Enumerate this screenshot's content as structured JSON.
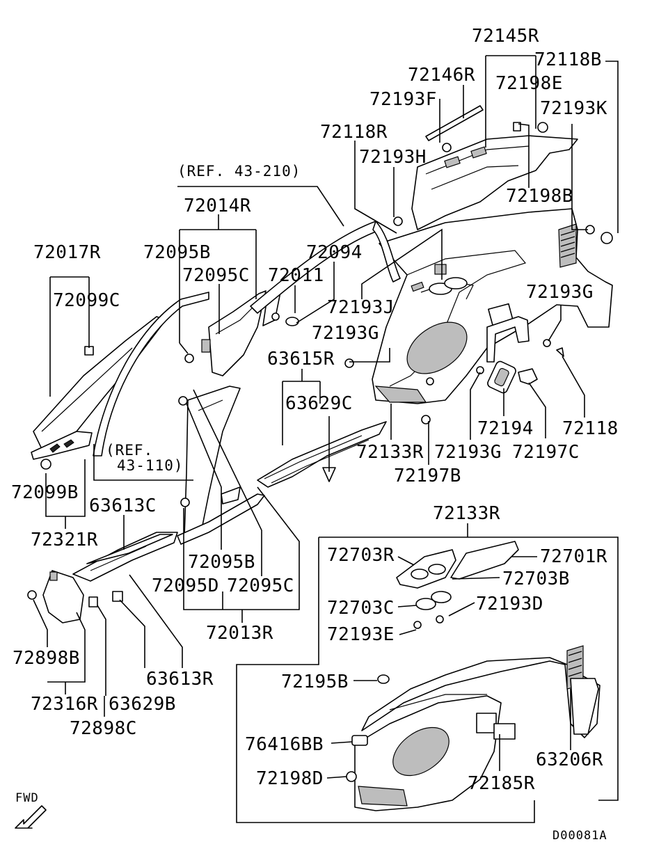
{
  "diagram": {
    "labels": {
      "l72145R": "72145R",
      "l72118B": "72118B",
      "l72146R": "72146R",
      "l72198E": "72198E",
      "l72193F": "72193F",
      "l72193K": "72193K",
      "l72118R": "72118R",
      "l72193H": "72193H",
      "l72198B": "72198B",
      "l72014R": "72014R",
      "l72017R": "72017R",
      "l72095B_top": "72095B",
      "l72094": "72094",
      "l72095C_top": "72095C",
      "l72011": "72011",
      "l72099C": "72099C",
      "l72193J": "72193J",
      "l72193G_a": "72193G",
      "l72193G_b": "72193G",
      "l63615R": "63615R",
      "l63629C": "63629C",
      "l72194": "72194",
      "l72118": "72118",
      "l72133R_top": "72133R",
      "l72193G_c": "72193G",
      "l72197C": "72197C",
      "l72197B": "72197B",
      "l72099B": "72099B",
      "l63613C": "63613C",
      "l72321R": "72321R",
      "l72095B_bot": "72095B",
      "l72095D": "72095D",
      "l72095C_bot": "72095C",
      "l72013R": "72013R",
      "l72898B": "72898B",
      "l63613R": "63613R",
      "l72316R": "72316R",
      "l63629B": "63629B",
      "l72898C": "72898C",
      "l72133R_box": "72133R",
      "l72703R": "72703R",
      "l72701R": "72701R",
      "l72703B": "72703B",
      "l72703C": "72703C",
      "l72193D": "72193D",
      "l72193E": "72193E",
      "l72195B": "72195B",
      "l76416BB": "76416BB",
      "l63206R": "63206R",
      "l72198D": "72198D",
      "l72185R": "72185R"
    },
    "ref_top": "(REF. 43-210)",
    "ref_left_1": "(REF.",
    "ref_left_2": "43-110)",
    "fwd": "FWD",
    "code": "D00081A"
  }
}
